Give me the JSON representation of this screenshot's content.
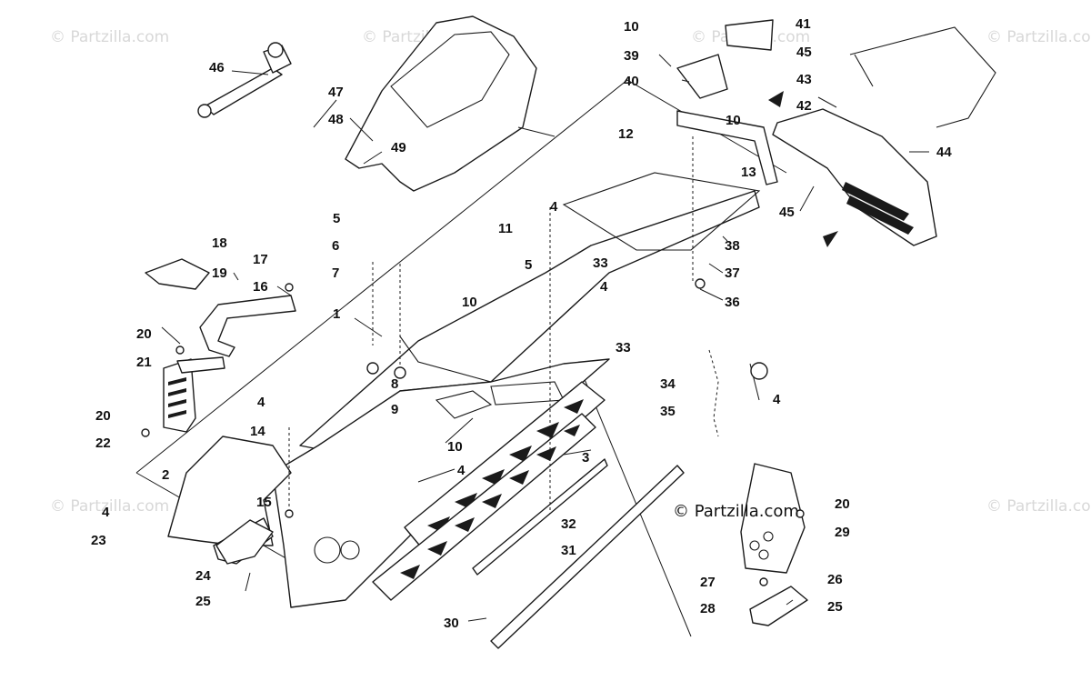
{
  "watermark": "© Partzilla.com",
  "brand_caption": "© Partzilla.com",
  "callouts": [
    "1",
    "2",
    "3",
    "4",
    "4",
    "4",
    "4",
    "4",
    "4",
    "5",
    "5",
    "6",
    "7",
    "8",
    "9",
    "10",
    "10",
    "10",
    "10",
    "11",
    "12",
    "13",
    "14",
    "15",
    "16",
    "17",
    "18",
    "19",
    "20",
    "20",
    "20",
    "21",
    "22",
    "23",
    "24",
    "25",
    "25",
    "26",
    "27",
    "28",
    "29",
    "30",
    "31",
    "32",
    "33",
    "33",
    "34",
    "35",
    "36",
    "37",
    "38",
    "39",
    "40",
    "41",
    "42",
    "43",
    "44",
    "45",
    "45",
    "46",
    "47",
    "48",
    "49"
  ]
}
